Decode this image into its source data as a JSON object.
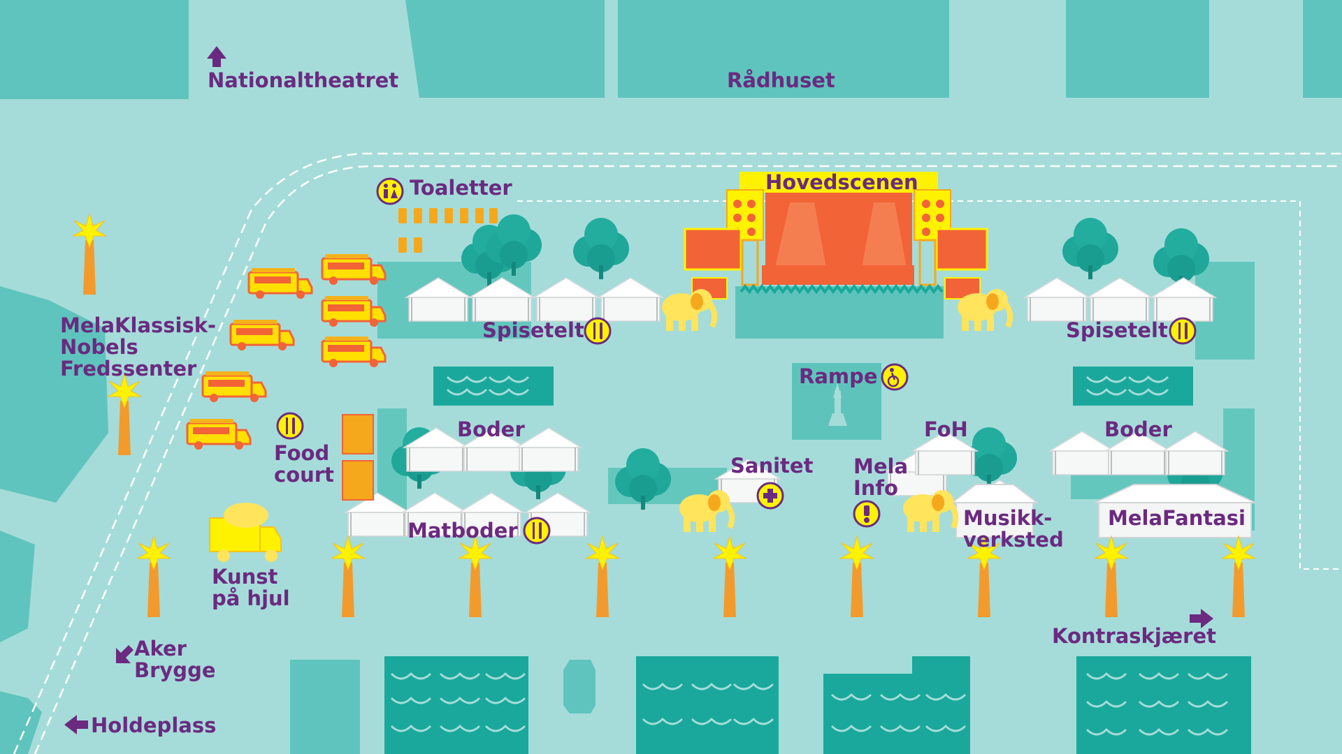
{
  "map": {
    "labels": {
      "nationaltheatret": "Nationaltheatret",
      "radhuset": "Rådhuset",
      "toaletter": "Toaletter",
      "hovedscenen": "Hovedscenen",
      "spisetelt_left": "Spisetelt",
      "spisetelt_right": "Spisetelt",
      "melaklassisk": "MelaKlassisk-\nNobels\nFredssenter",
      "rampe": "Rampe",
      "boder_left": "Boder",
      "boder_right": "Boder",
      "foh": "FoH",
      "food_court": "Food\ncourt",
      "sanitet": "Sanitet",
      "mela_info": "Mela\nInfo",
      "matboder": "Matboder",
      "musikkverksted": "Musikk-\nverksted",
      "melafantasi": "MelaFantasi",
      "kunst_pa_hjul": "Kunst\npå hjul",
      "aker_brygge": "Aker\nBrygge",
      "kontraskjaeret": "Kontraskjæret",
      "holdeplass": "Holdeplass"
    },
    "icons": [
      "arrow-up-icon",
      "arrow-down-left-icon",
      "arrow-left-icon",
      "arrow-right-icon",
      "toilet-icon",
      "restaurant-icon",
      "wheelchair-icon",
      "first-aid-icon",
      "info-exclamation-icon",
      "food-truck-icon",
      "elephant-icon",
      "palm-tree-icon",
      "stage-icon",
      "tent-icon",
      "fountain-icon",
      "tree-icon"
    ],
    "colors": {
      "background": "#a5dcd9",
      "buildings": "#5fc4bd",
      "label": "#6b2a80",
      "icon_yellow": "#fff200",
      "palm_trunk": "#f39a2c",
      "stage_red": "#f26338",
      "tent_white": "#ffffff"
    }
  }
}
